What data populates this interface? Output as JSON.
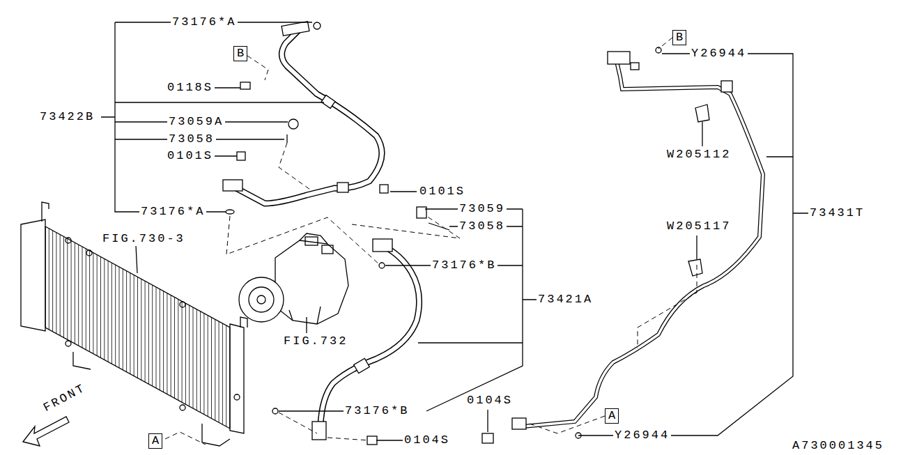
{
  "diagram": {
    "nodes": [
      {
        "text": [
          "B"
        ]
      },
      {
        "text": [
          "B"
        ]
      },
      {
        "text": [
          "A"
        ]
      },
      {
        "text": [
          "A"
        ]
      }
    ],
    "labels": [
      "73176*A",
      "0118S",
      "73422B",
      "73059A",
      "73058",
      "0101S",
      "73176*A",
      "FIG.730-3",
      "FIG.732",
      "0101S",
      "73059",
      "73058",
      "73176*B",
      "73421A",
      "73176*B",
      "0104S",
      "Y26944",
      "W205112",
      "W205117",
      "73431T",
      "0104S",
      "Y26944",
      "A730001345",
      "FRONT"
    ]
  }
}
